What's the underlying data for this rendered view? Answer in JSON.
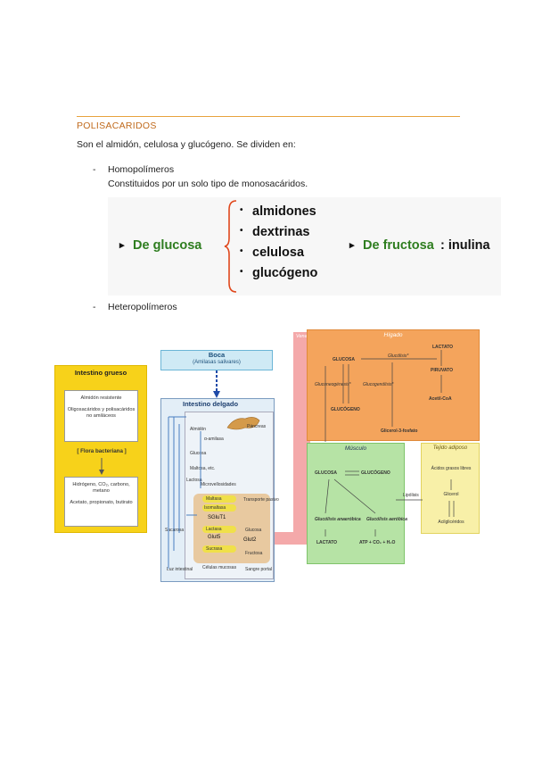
{
  "section": {
    "title": "POLISACARIDOS",
    "intro": "Son el almidón, celulosa y glucógeno. Se dividen en:",
    "items": [
      {
        "dash": "-",
        "label": "Homopolímeros",
        "desc": "Constituidos por un solo tipo de monosacáridos."
      },
      {
        "dash": "-",
        "label": "Heteropolímeros"
      }
    ]
  },
  "classification": {
    "left_arrow": "▸",
    "left_label": "De glucosa",
    "list": [
      "almidones",
      "dextrinas",
      "celulosa",
      "glucógeno"
    ],
    "bullet": "•",
    "right_arrow": "▸",
    "right_label": "De fructosa",
    "right_suffix": ": inulina",
    "colors": {
      "green": "#2e7d1f",
      "brace": "#e0471c"
    }
  },
  "diagram": {
    "boca": {
      "title": "Boca",
      "sub": "(Amilasas salivares)"
    },
    "intestino_grueso": {
      "title": "Intestino grueso",
      "box1": [
        "Almidón resistente",
        "Oligosacáridos y polisacáridos no amiláceos"
      ],
      "flora": "[ Flora bacteriana ]",
      "box2": [
        "Hidrógeno, CO₂, carbono, metano",
        "Acetato, propionato, butirato"
      ]
    },
    "intestino_delgado": {
      "title": "Intestino delgado",
      "labels": [
        "Almidón",
        "α-amilasa",
        "Páncreas",
        "Glucosa",
        "Maltosa, etc.",
        "Microvellosidades",
        "Lactosa",
        "Maltasa",
        "Isomaltasa",
        "Transporte pasivo",
        "Sacarosa",
        "Lactasa",
        "Glucosa",
        "Sucrasa",
        "Fructosa",
        "Luz intestinal",
        "Células mucosas",
        "Sangre portal",
        "SGluT1",
        "Glut5",
        "Glut2"
      ]
    },
    "vena_porta": "Vena porta",
    "higado": {
      "title": "Hígado",
      "labels": [
        "GLUCOSA",
        "Glucólisis*",
        "LACTATO",
        "PIRUVATO",
        "Gluconeogénesis*",
        "Glucogenólisis*",
        "Acetil-CoA",
        "GLUCÓGENO",
        "Glicerol-3-fosfato"
      ]
    },
    "musculo": {
      "title": "Músculo",
      "labels": [
        "GLUCOSA",
        "GLUCÓGENO",
        "Glucólisis anaeróbica",
        "Glucólisis aeróbica",
        "LACTATO",
        "ATP + CO₂ + H₂O"
      ]
    },
    "tejido_adiposo": {
      "title": "Tejido adiposo",
      "labels": [
        "Ácidos grasos libres",
        "Glicerol",
        "Lipólisis",
        "Acilglicéridos"
      ]
    }
  }
}
